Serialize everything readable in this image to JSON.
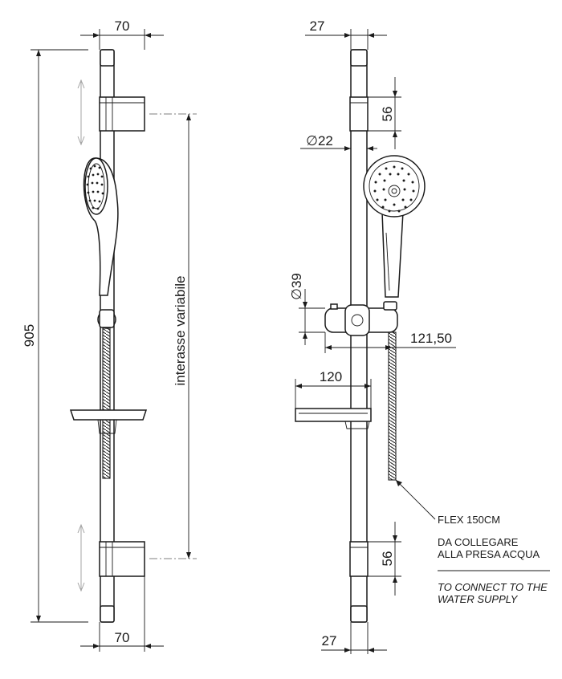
{
  "front_view": {
    "width_top": "70",
    "width_bottom": "70",
    "total_height": "905",
    "variable_distance": "interasse variabile"
  },
  "side_view": {
    "depth_top": "27",
    "depth_bottom": "27",
    "bracket_height_top": "56",
    "bracket_height_bottom": "56",
    "bar_diameter": "∅22",
    "slider_diameter": "∅39",
    "slider_projection": "121,50",
    "soap_dish_width": "120"
  },
  "notes": {
    "hose": "FLEX 150CM",
    "connect_it_line1": "DA COLLEGARE",
    "connect_it_line2": "ALLA PRESA ACQUA",
    "connect_en_line1": "TO CONNECT TO THE",
    "connect_en_line2": "WATER SUPPLY"
  }
}
